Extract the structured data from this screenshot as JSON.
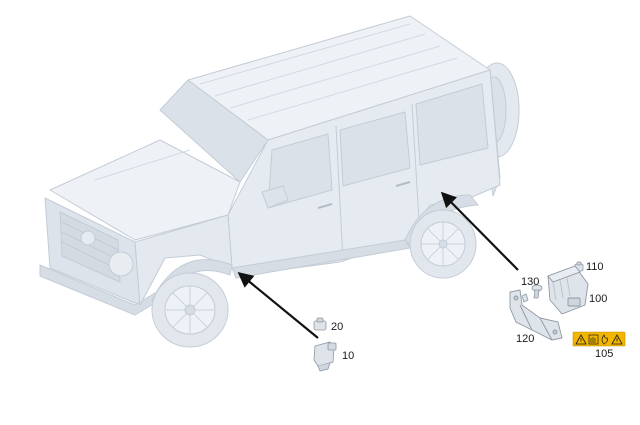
{
  "diagram": {
    "callouts": {
      "c10": "10",
      "c20": "20",
      "c100": "100",
      "c105": "105",
      "c110": "110",
      "c120": "120",
      "c130": "130"
    },
    "colors": {
      "vehicle_fill": "#e6ebf1",
      "vehicle_light": "#eef2f6",
      "vehicle_shade": "#d6dde5",
      "vehicle_line": "#c3ccd6",
      "part_fill": "#dfe4ea",
      "part_line": "#8e98a4",
      "arrow": "#111111",
      "warning_label": "#f2b600"
    },
    "icons": [
      "warning-triangle-icon",
      "hand-caution-icon",
      "flame-icon",
      "warning-triangle-icon"
    ]
  }
}
